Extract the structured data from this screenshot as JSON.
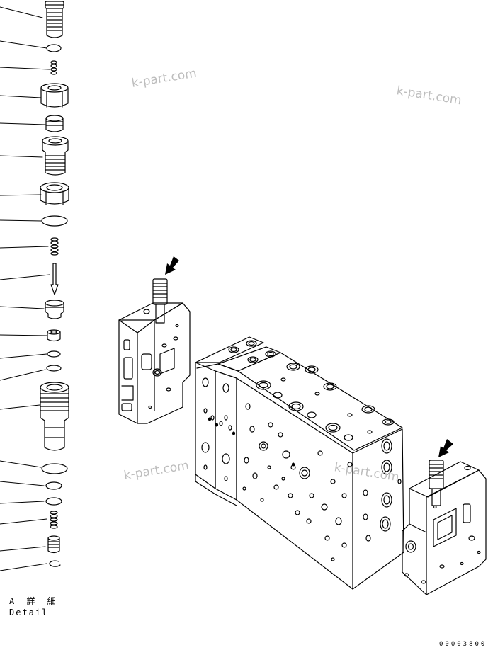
{
  "labels": {
    "detail_ja": "A 詳 細",
    "detail_en": "Detail",
    "drawing_number": "00003800"
  },
  "watermark": {
    "text": "k-part.com",
    "color": "#bdbdbd"
  },
  "colors": {
    "line": "#000000",
    "background": "#ffffff"
  },
  "parts": [
    "plug",
    "o-ring",
    "spring",
    "nut",
    "piston",
    "sleeve",
    "lock-nut",
    "o-ring",
    "spring",
    "poppet-pin",
    "valve-seat",
    "poppet",
    "backup-ring",
    "o-ring",
    "relief-valve-body",
    "o-ring",
    "backup-ring",
    "o-ring",
    "spring",
    "plunger",
    "snap-ring"
  ]
}
